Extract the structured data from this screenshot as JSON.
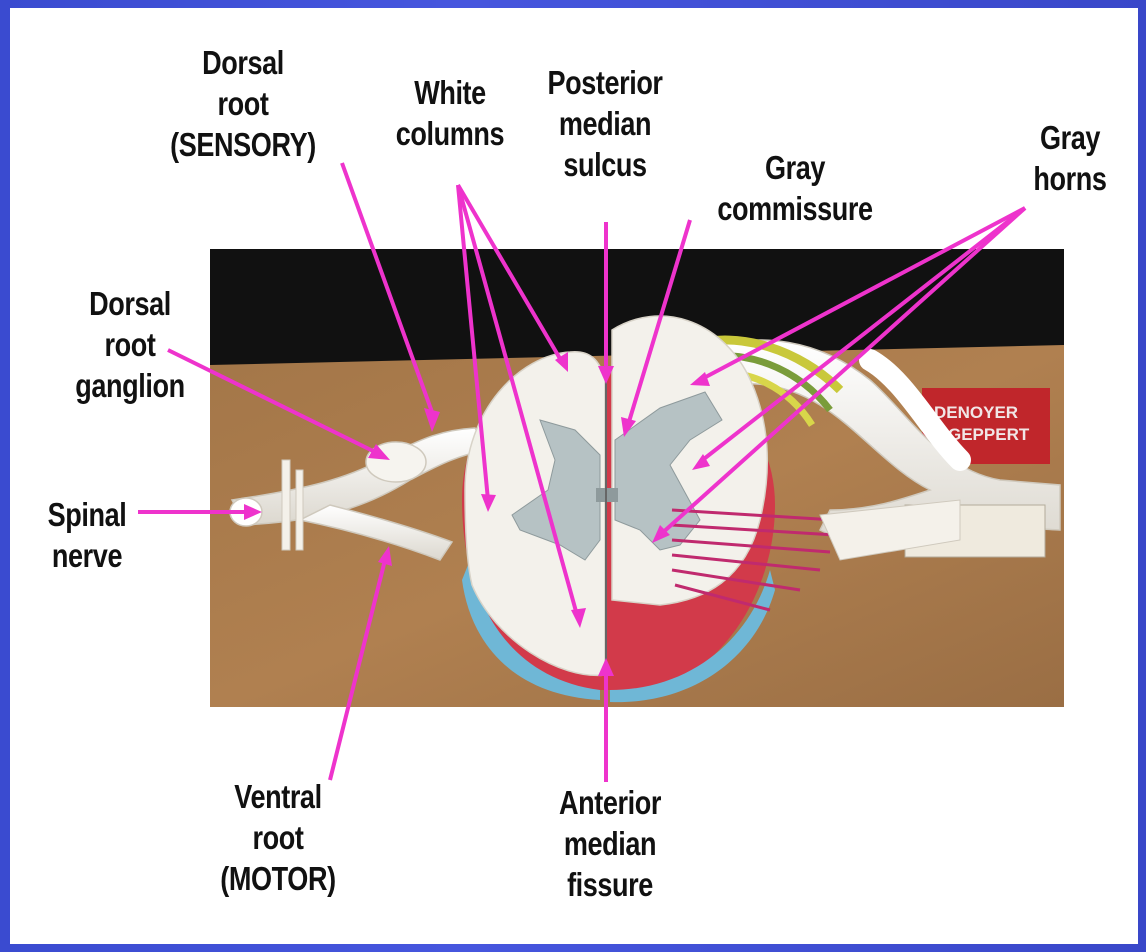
{
  "labels": {
    "dorsal_root": [
      "Dorsal",
      "root",
      "(SENSORY)"
    ],
    "white_columns": [
      "White",
      "columns"
    ],
    "posterior_median_sulcus": [
      "Posterior",
      "median",
      "sulcus"
    ],
    "gray_commissure": [
      "Gray",
      "commissure"
    ],
    "gray_horns": [
      "Gray",
      "horns"
    ],
    "dorsal_root_ganglion": [
      "Dorsal",
      "root",
      "ganglion"
    ],
    "spinal_nerve": [
      "Spinal",
      "nerve"
    ],
    "ventral_root": [
      "Ventral",
      "root",
      "(MOTOR)"
    ],
    "anterior_median_fissure": [
      "Anterior",
      "median",
      "fissure"
    ]
  },
  "photo_text": {
    "manufacturer_tag": [
      "DENOYER",
      "GEPPERT"
    ]
  },
  "colors": {
    "slide_background": "#4352d8",
    "annotation": "#ee33cc",
    "photo_backdrop": "#111111",
    "table_wood": "#a87a4c",
    "gray_matter": "#b6c2c4",
    "white_matter": "#f2f0ea"
  }
}
